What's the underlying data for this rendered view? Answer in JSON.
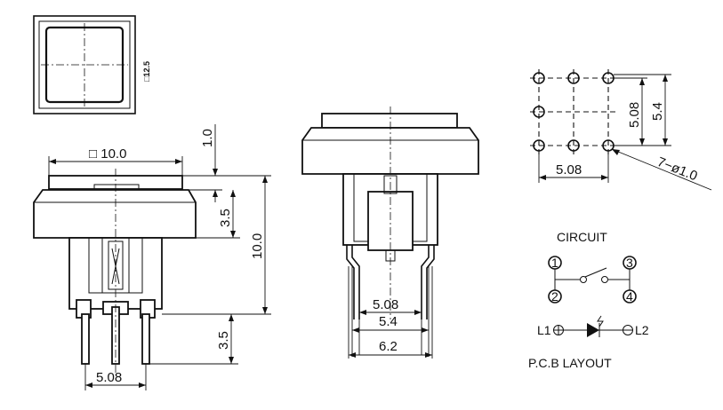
{
  "top_view": {
    "size_label": "□12.5"
  },
  "front_view": {
    "top_dim": "□ 10.0",
    "cap_offset": "1.0",
    "cap_height": "3.5",
    "total_height": "10.0",
    "pin_length": "3.5",
    "pin_pitch": "5.08"
  },
  "side_view": {
    "dim_inner": "5.08",
    "dim_mid": "5.4",
    "dim_outer": "6.2"
  },
  "pcb_layout": {
    "vertical_pitch": "5.08",
    "vertical_outer": "5.4",
    "horizontal_pitch": "5.08",
    "hole_note": "7−ø1.0",
    "title": "P.C.B  LAYOUT"
  },
  "circuit": {
    "title": "CIRCUIT",
    "pin_1": "1",
    "pin_2": "2",
    "pin_3": "3",
    "pin_4": "4",
    "led_left": "L1",
    "led_right": "L2"
  }
}
